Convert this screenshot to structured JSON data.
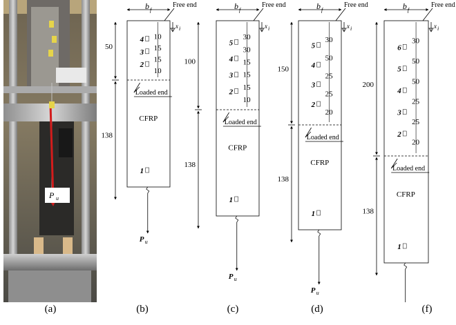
{
  "photo": {
    "load_label_main": "P",
    "load_label_sub": "u"
  },
  "common": {
    "width_label_main": "b",
    "width_label_sub": "f",
    "free_end": "Free end",
    "loaded_end": "Loaded end",
    "material": "CFRP",
    "x_main": "x",
    "x_sub": "i",
    "load_main": "P",
    "load_sub": "u",
    "bonded_length_unbonded": "138"
  },
  "panels": [
    {
      "caption": "(a)"
    },
    {
      "caption": "(b)",
      "bonded_length": "50",
      "gauges": [
        "4",
        "3",
        "2"
      ],
      "spacings": [
        "10",
        "15",
        "15",
        "10"
      ],
      "base_gauge": "1"
    },
    {
      "caption": "(c)",
      "bonded_length": "100",
      "gauges": [
        "5",
        "4",
        "3",
        "2"
      ],
      "spacings": [
        "30",
        "30",
        "15",
        "15",
        "15",
        "10"
      ],
      "base_gauge": "1"
    },
    {
      "caption": "(d)",
      "bonded_length": "150",
      "gauges": [
        "5",
        "4",
        "3",
        "2"
      ],
      "spacings": [
        "30",
        "50",
        "25",
        "25",
        "20"
      ],
      "base_gauge": "1"
    },
    {
      "caption": "(f)",
      "bonded_length": "200",
      "gauges": [
        "6",
        "5",
        "4",
        "3",
        "2"
      ],
      "spacings": [
        "30",
        "50",
        "50",
        "25",
        "25",
        "20"
      ],
      "base_gauge": "1"
    }
  ]
}
